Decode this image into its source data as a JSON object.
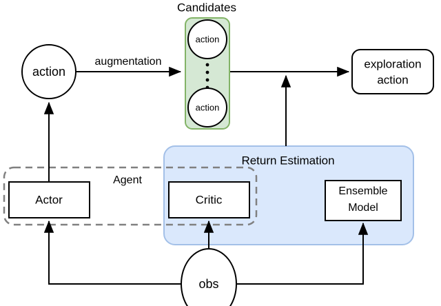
{
  "diagram": {
    "title_labels": {
      "candidates": "Candidates",
      "return_estimation": "Return Estimation",
      "agent": "Agent"
    },
    "nodes": {
      "action_circle": "action",
      "candidate_top": "action",
      "candidate_bottom": "action",
      "exploration_action_line1": "exploration",
      "exploration_action_line2": "action",
      "actor": "Actor",
      "critic": "Critic",
      "ensemble_line1": "Ensemble",
      "ensemble_line2": "Model",
      "obs": "obs"
    },
    "edge_labels": {
      "augmentation": "augmentation"
    },
    "ellipsis": "vertical-dots",
    "colors": {
      "candidates_fill": "#d5e8d4",
      "candidates_stroke": "#82b366",
      "return_estimation_fill": "#dae8fc",
      "return_estimation_stroke": "#a3c0e8",
      "agent_stroke": "#808080",
      "node_stroke": "#000000",
      "node_fill": "#ffffff",
      "background": "#ffffff"
    }
  }
}
